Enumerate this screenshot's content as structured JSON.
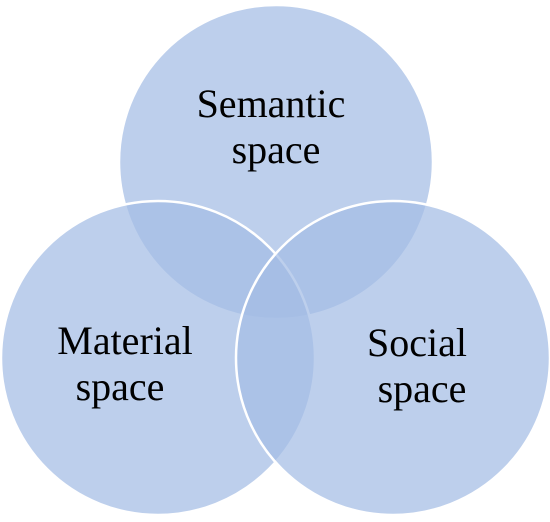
{
  "diagram": {
    "circles": [
      {
        "id": "semantic",
        "label_line1": "Semantic",
        "label_line2": "space"
      },
      {
        "id": "material",
        "label_line1": "Material",
        "label_line2": "space"
      },
      {
        "id": "social",
        "label_line1": "Social",
        "label_line2": "space"
      }
    ],
    "colors": {
      "fill": "#a3bde4",
      "fill_opacity": 0.72,
      "stroke": "#ffffff",
      "label": "#000000"
    }
  }
}
